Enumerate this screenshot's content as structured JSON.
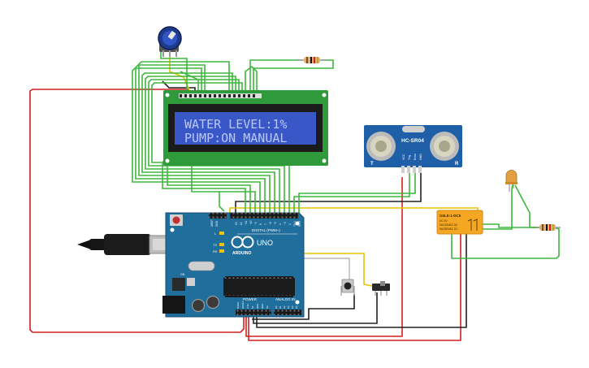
{
  "lcd": {
    "line1": "WATER LEVEL:1%",
    "line2": "PUMP:ON  MANUAL"
  },
  "ultrasonic": {
    "model": "HC-SR04",
    "pins": [
      "VCC",
      "Trig",
      "Echo",
      "GND"
    ],
    "side_left": "T",
    "side_right": "R"
  },
  "relay": {
    "title": "G5LE-1-DC5",
    "lines": [
      "DC 5V",
      "5A/125VAC AC",
      "5A/250VAC DC"
    ]
  },
  "arduino": {
    "logo": "ARDUINO",
    "model": "UNO",
    "digital_label": "DIGITAL (PWM~)",
    "power_label": "POWER",
    "analog_label": "ANALOG IN",
    "tx": "TX",
    "rx": "RX",
    "l": "L",
    "on": "ON",
    "aref": "AREF",
    "gnd": "GND",
    "digital_pins": [
      "13",
      "12",
      "~11",
      "~10",
      "~9",
      "8",
      "7",
      "~6",
      "~5",
      "4",
      "~3",
      "2",
      "TX 1",
      "RX 0"
    ],
    "power_pins": [
      "IOREF",
      "RESET",
      "3.3V",
      "5V",
      "GND",
      "GND",
      "Vin"
    ],
    "analog_pins": [
      "A0",
      "A1",
      "A2",
      "A3",
      "A4",
      "A5"
    ]
  },
  "colors": {
    "wire_green": "#3cb83c",
    "wire_red": "#d42020",
    "wire_black": "#222222",
    "wire_yellow": "#e6c200",
    "board_blue": "#1f6e9c",
    "lcd_blue": "#3a57c8",
    "pcb_green": "#2e9a3a",
    "relay_orange": "#f5a623"
  }
}
